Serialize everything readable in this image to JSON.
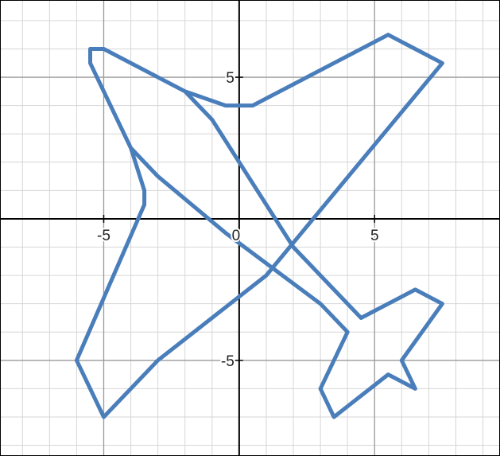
{
  "chart_data": {
    "type": "line",
    "title": "",
    "xlabel": "",
    "ylabel": "",
    "xlim": [
      -8.8,
      9.6
    ],
    "ylim": [
      -8.35,
      7.7
    ],
    "grid": true,
    "minor_grid": true,
    "colors": {
      "series": "#4a7ebb",
      "major_grid": "#9a9a9a",
      "minor_grid": "#d6d6d6",
      "axis": "#000000"
    },
    "x_tick_labels": [
      {
        "value": -5,
        "text": "-5"
      },
      {
        "value": 0,
        "text": "0"
      },
      {
        "value": 5,
        "text": "5"
      }
    ],
    "y_tick_labels": [
      {
        "value": 5,
        "text": "5"
      },
      {
        "value": -5,
        "text": "-5"
      }
    ],
    "series": [
      {
        "points": [
          [
            5.5,
            6.5
          ],
          [
            7.5,
            5.5
          ],
          [
            1.0,
            -2.0
          ],
          [
            -3.0,
            -5.0
          ],
          [
            -5.0,
            -7.0
          ],
          [
            -6.0,
            -5.0
          ],
          [
            -3.5,
            0.5
          ],
          [
            -3.5,
            1.0
          ],
          [
            -4.0,
            2.5
          ],
          [
            -5.5,
            5.5
          ],
          [
            -5.5,
            6.0
          ],
          [
            -5.0,
            6.0
          ],
          [
            -2.0,
            4.5
          ],
          [
            -1.0,
            3.5
          ],
          [
            2.0,
            -1.0
          ],
          [
            3.5,
            -2.5
          ],
          [
            4.5,
            -3.5
          ],
          [
            6.5,
            -2.5
          ],
          [
            7.5,
            -3.0
          ],
          [
            6.0,
            -5.0
          ],
          [
            6.5,
            -6.0
          ],
          [
            5.5,
            -5.5
          ],
          [
            3.5,
            -7.0
          ],
          [
            3.0,
            -6.0
          ],
          [
            4.0,
            -4.0
          ],
          [
            3.0,
            -3.0
          ],
          [
            -0.5,
            -0.5
          ],
          [
            -3.0,
            1.5
          ],
          [
            -4.0,
            2.5
          ]
        ]
      },
      {
        "points": [
          [
            -2.0,
            4.5
          ],
          [
            -0.5,
            4.0
          ],
          [
            0.5,
            4.0
          ],
          [
            5.5,
            6.5
          ]
        ]
      }
    ]
  }
}
